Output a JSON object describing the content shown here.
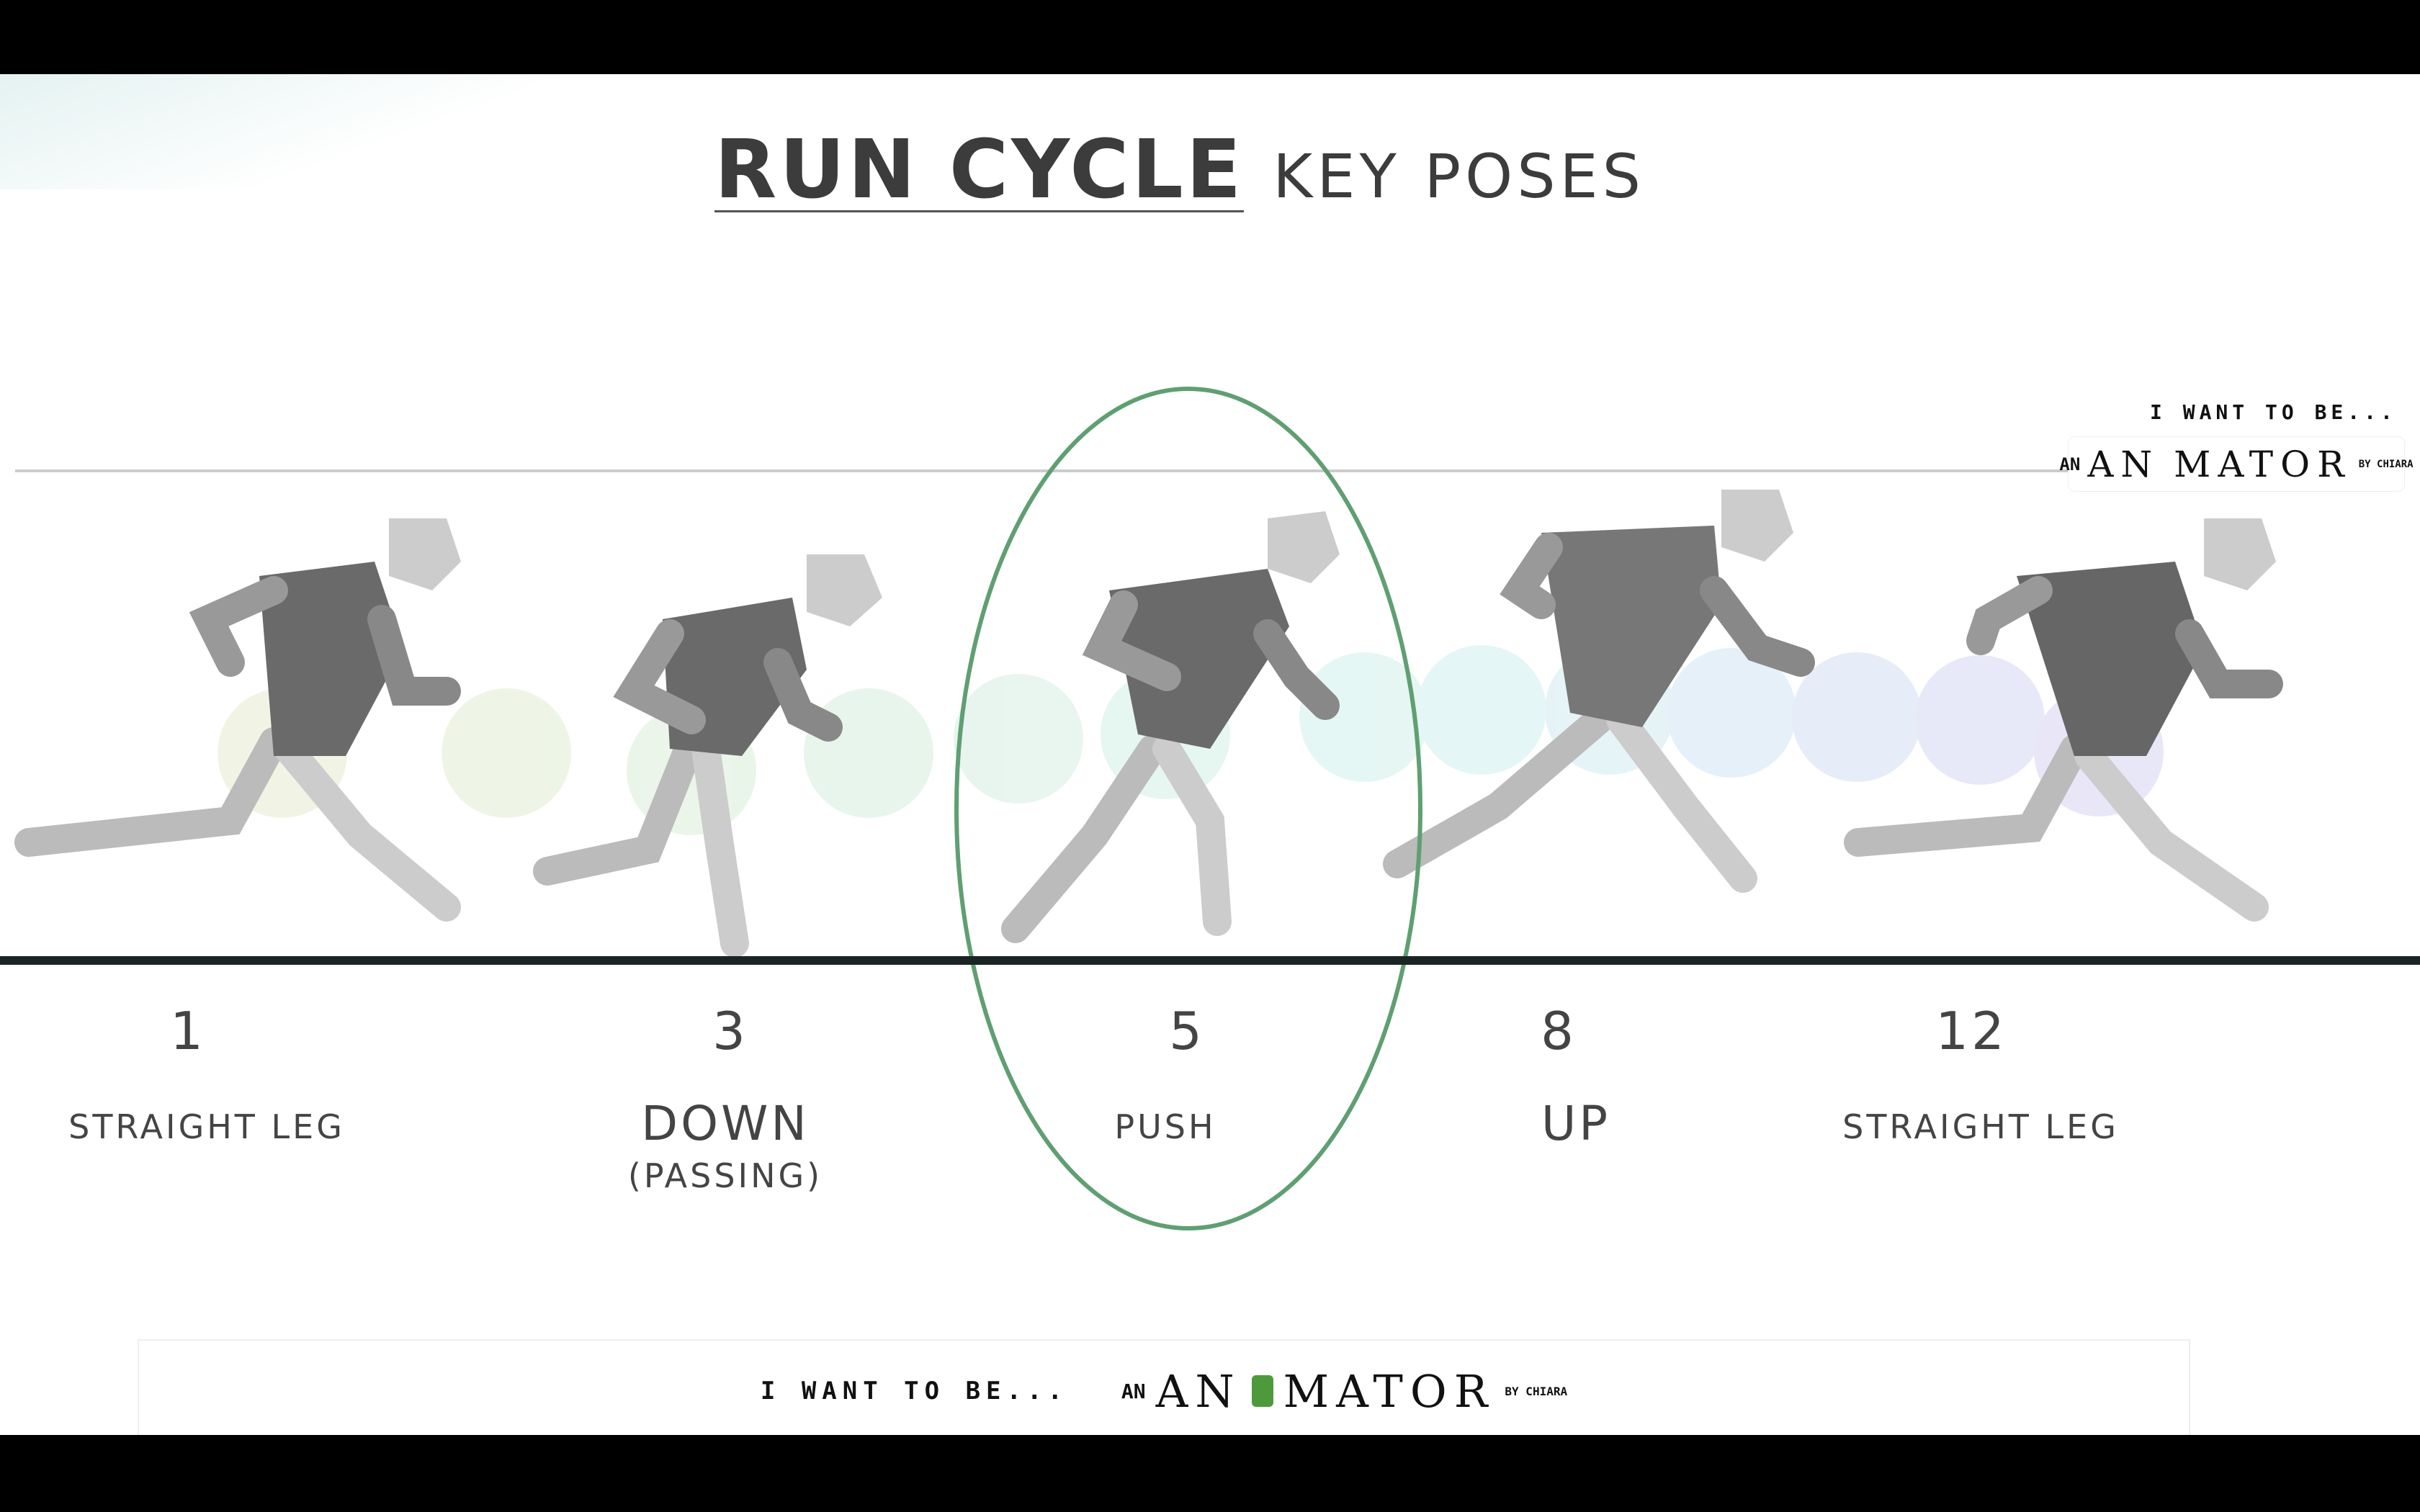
{
  "title": {
    "main": "RUN CYCLE",
    "sub": "KEY POSES"
  },
  "poses": [
    {
      "frame": "1",
      "label": "STRAIGHT LEG",
      "sublabel": ""
    },
    {
      "frame": "3",
      "label": "DOWN",
      "sublabel": "(PASSING)"
    },
    {
      "frame": "5",
      "label": "PUSH",
      "sublabel": ""
    },
    {
      "frame": "8",
      "label": "UP",
      "sublabel": ""
    },
    {
      "frame": "12",
      "label": "STRAIGHT LEG",
      "sublabel": ""
    }
  ],
  "highlighted_pose": "5",
  "logo": {
    "tagline": "I WANT TO BE...",
    "an": "AN",
    "name_a": "AN",
    "name_b": "MATOR",
    "by": "BY CHIARA"
  },
  "colors": {
    "highlight": "#5f9f72",
    "text": "#444444"
  }
}
